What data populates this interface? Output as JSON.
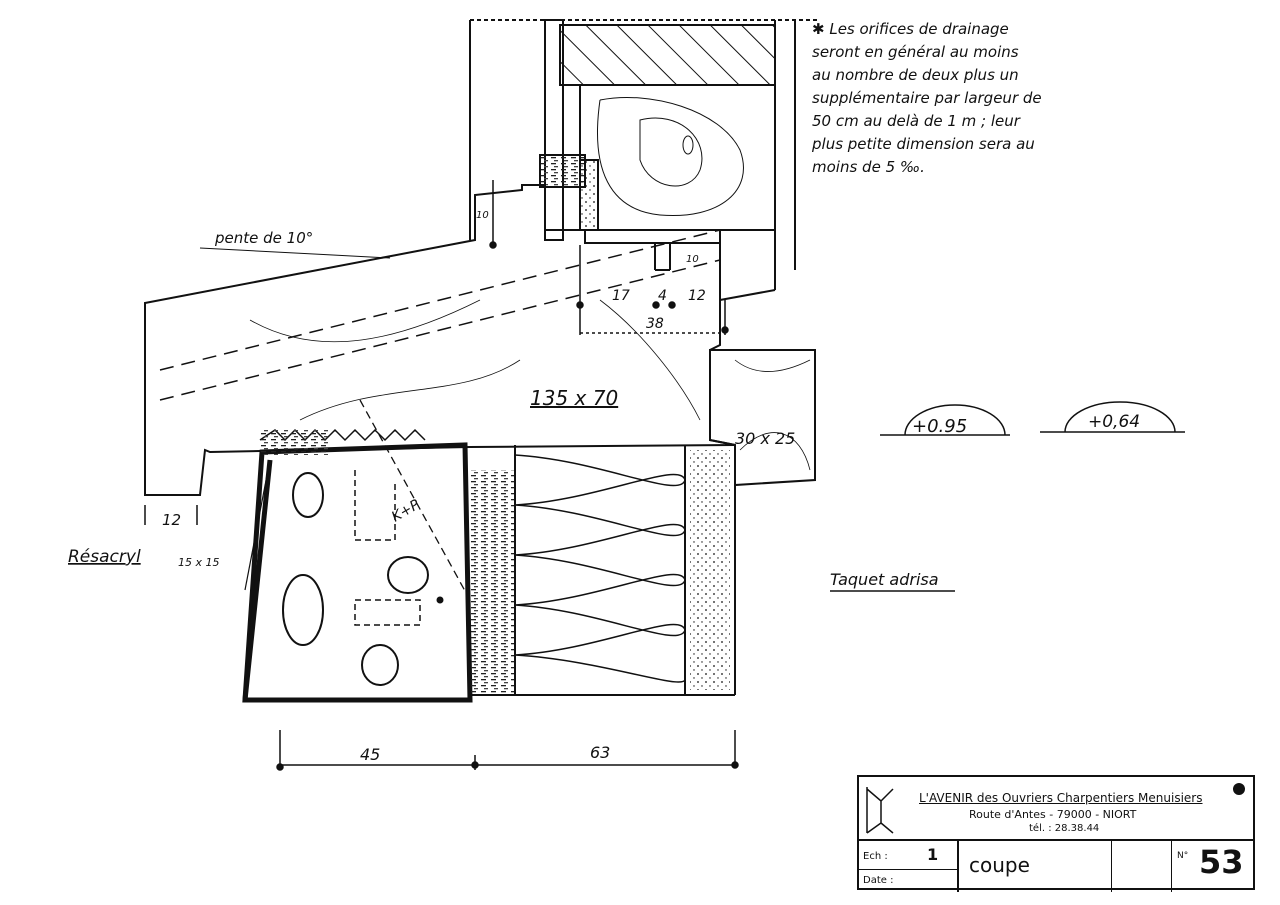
{
  "note": {
    "lines": [
      "✱ Les orifices de drainage",
      "seront en général au moins",
      "au nombre de deux plus un",
      "supplémentaire par largeur de",
      "50 cm au delà de 1 m ; leur",
      "plus petite dimension sera au",
      "moins de 5 ‰."
    ]
  },
  "labels": {
    "slope": "pente de 10°",
    "sill_section": "135 x 70",
    "frame_section": "30 x 25",
    "sealant": "Résacryl",
    "sealant_size": "15 x 15",
    "stop": "Taquet adrisa",
    "drip_width": "12",
    "level_1": "+0.95",
    "level_2": "+0,64",
    "dim_17": "17",
    "dim_4": "4",
    "dim_12": "12",
    "dim_38": "38",
    "dim_10a": "10",
    "dim_10b": "10",
    "dim_45": "45",
    "dim_63": "63",
    "kp": "K+P"
  },
  "title_block": {
    "org": "L'AVENIR des Ouvriers Charpentiers Menuisiers",
    "address": "Route d'Antes - 79000 - NIORT",
    "tel": "tél. : 28.38.44",
    "scale_label": "Ech :",
    "scale_value": "1",
    "date_label": "Date :",
    "title": "coupe",
    "number_label": "N°",
    "number": "53"
  }
}
